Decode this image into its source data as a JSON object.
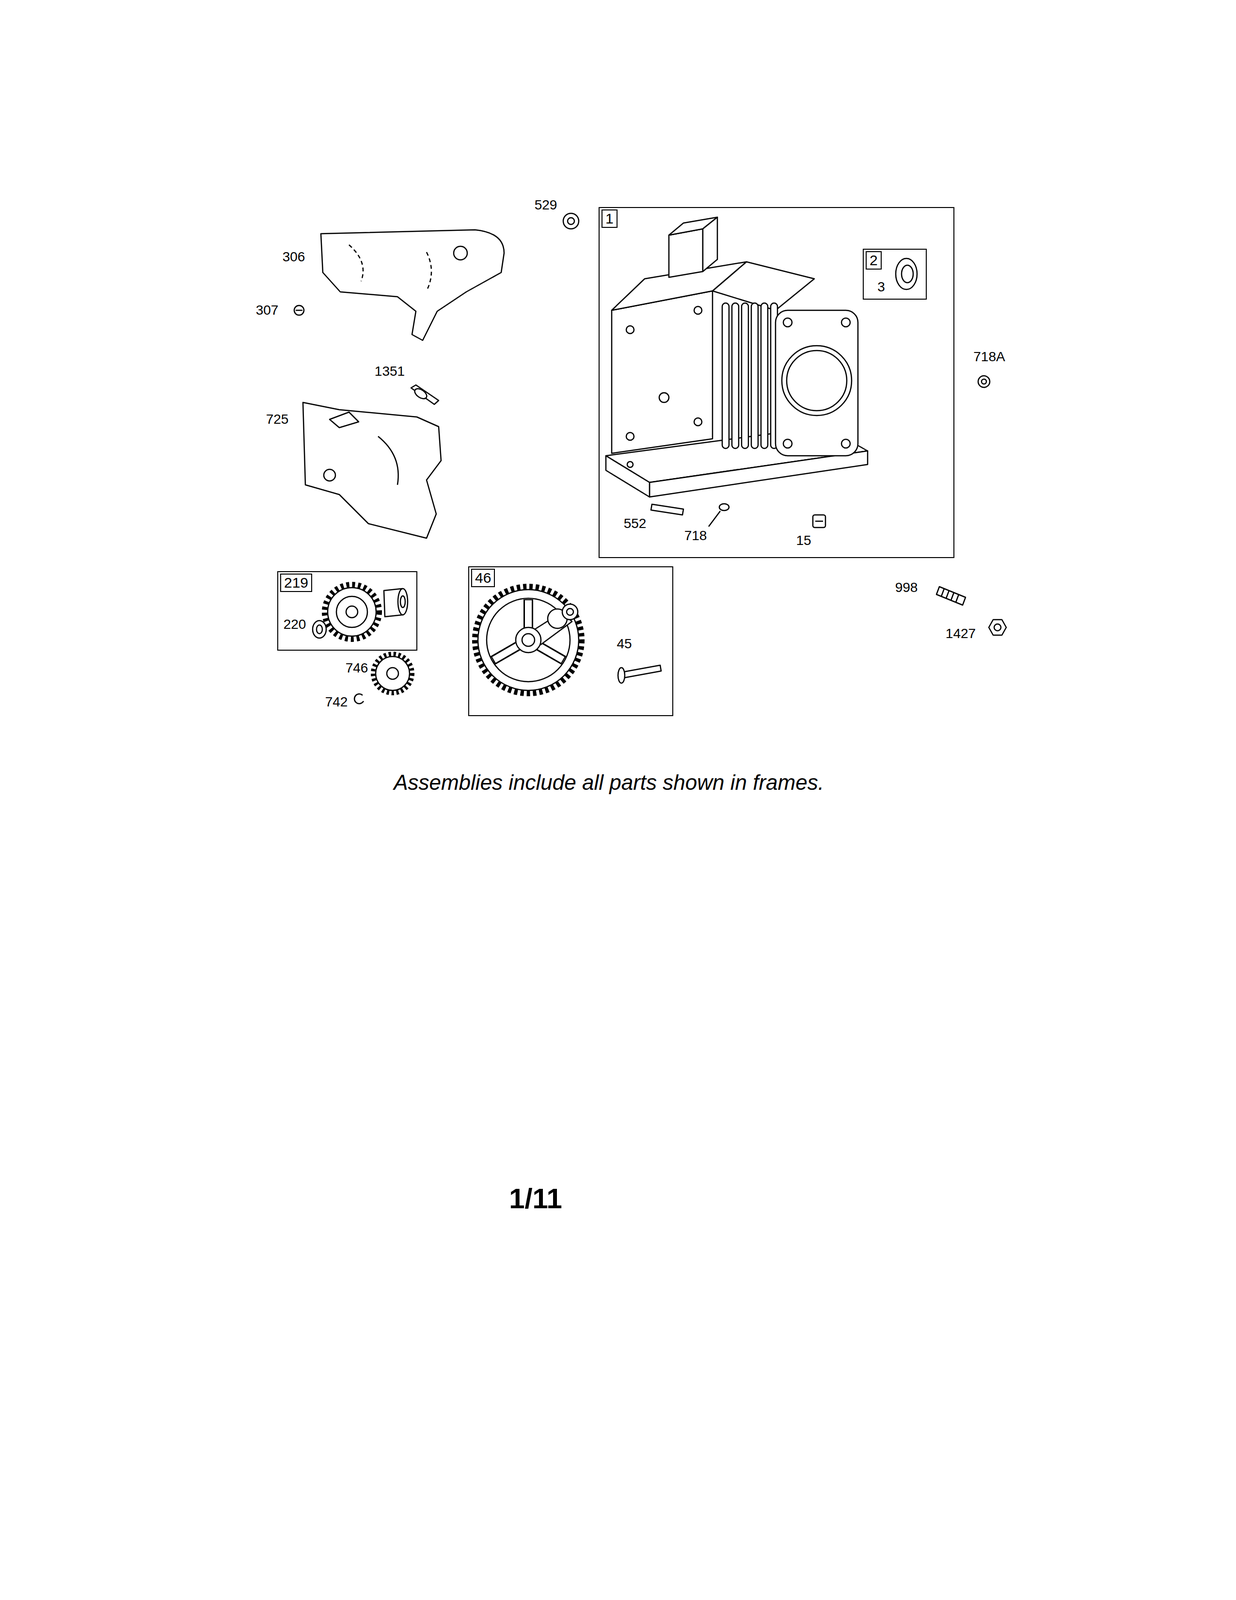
{
  "diagram": {
    "caption": "Assemblies include all parts shown in frames.",
    "nodes": [
      {
        "text": [
          "1"
        ]
      },
      {
        "text": [
          "2"
        ],
        "in": 0
      },
      {
        "text": [
          "219"
        ]
      },
      {
        "text": [
          "46"
        ]
      }
    ],
    "labels": [
      "529",
      "306",
      "3",
      "307",
      "718A",
      "1351",
      "725",
      "552",
      "718",
      "15",
      "998",
      "220",
      "1427",
      "45",
      "746",
      "742",
      "1/11"
    ]
  }
}
